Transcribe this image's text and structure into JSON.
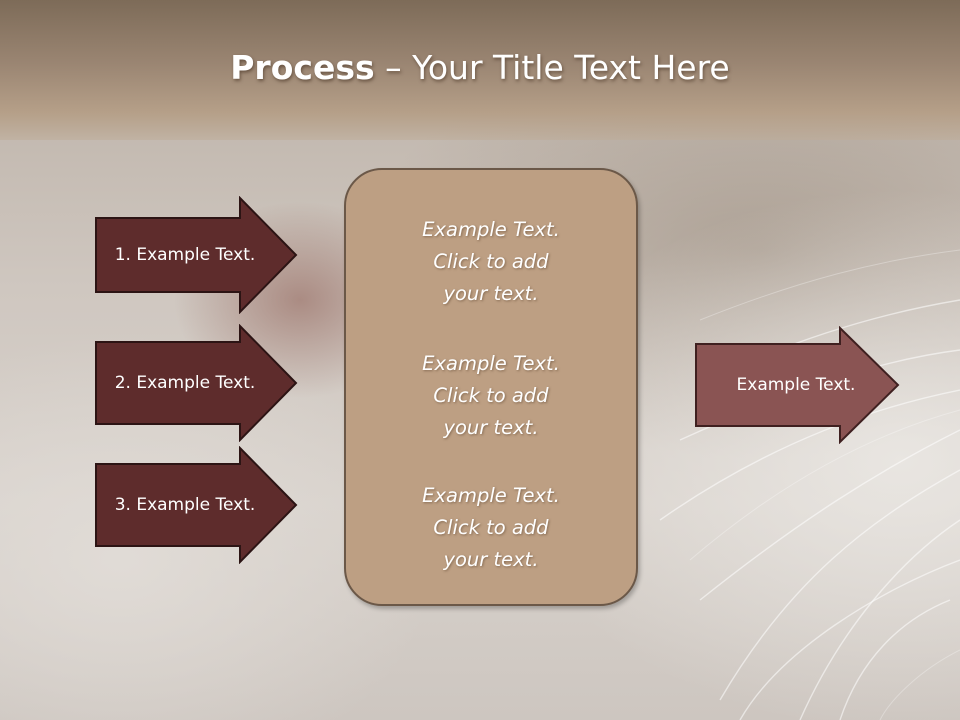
{
  "slide": {
    "title_bold": "Process",
    "title_rest": " – Your Title Text Here",
    "left_arrows": [
      {
        "label": "1. Example Text."
      },
      {
        "label": "2. Example Text."
      },
      {
        "label": "3. Example Text."
      }
    ],
    "center_items": [
      {
        "line1": "Example Text.",
        "line2": "Click  to add",
        "line3": "your text."
      },
      {
        "line1": "Example Text.",
        "line2": "Click  to add",
        "line3": "your text."
      },
      {
        "line1": "Example Text.",
        "line2": "Click  to add",
        "line3": "your text."
      }
    ],
    "right_arrow": {
      "label": "Example Text."
    }
  },
  "colors": {
    "left_arrow_fill": "#5e2c2c",
    "right_arrow_fill": "#8a5453",
    "center_box_fill": "#bd9f83",
    "title_band": "#9a8572"
  }
}
